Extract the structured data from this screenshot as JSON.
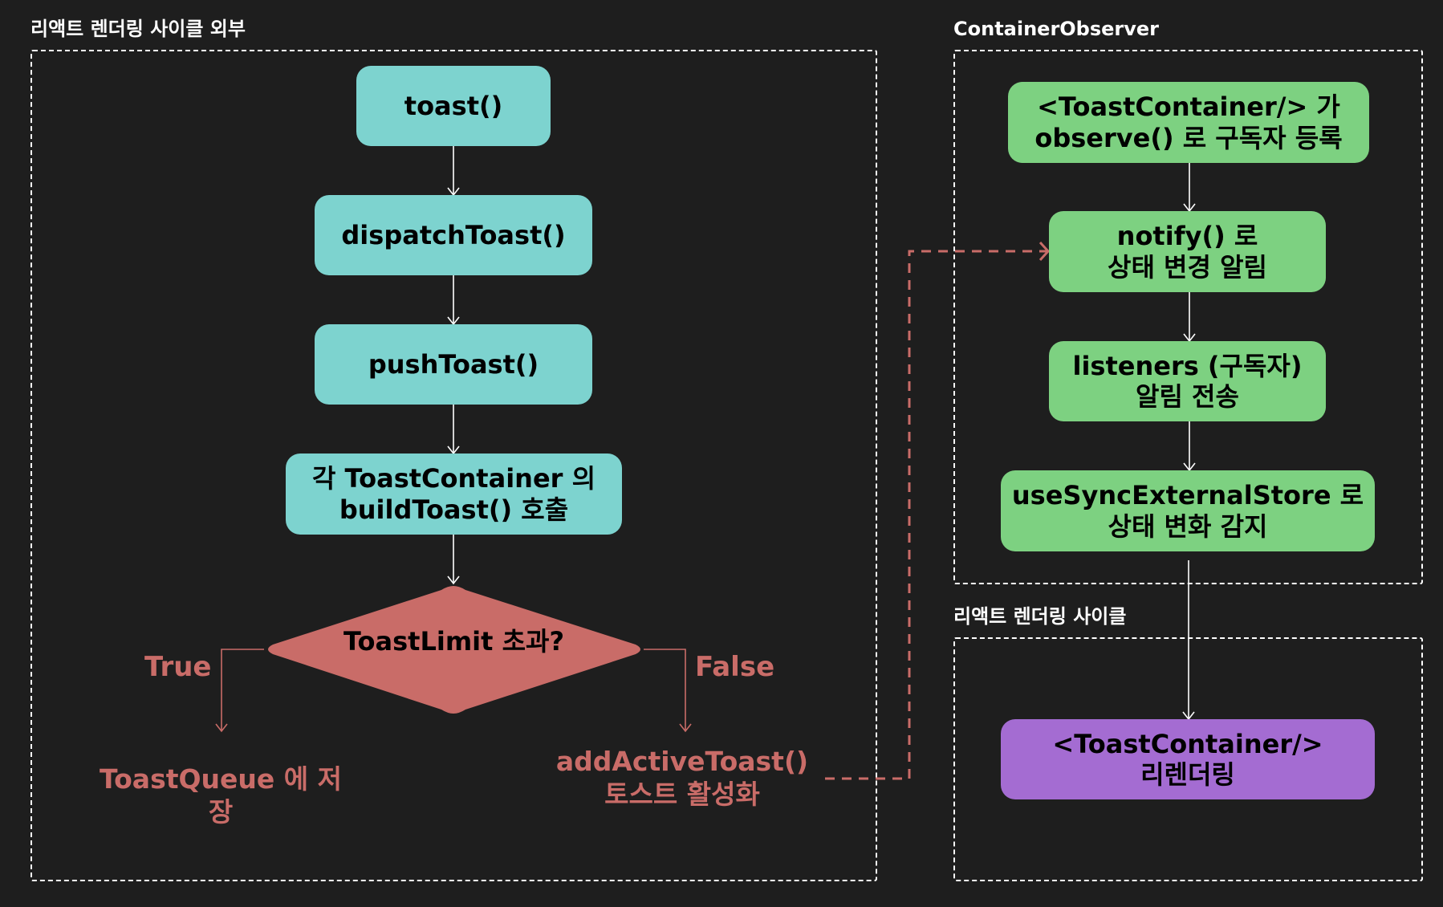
{
  "groups": {
    "outside": {
      "label": "리액트 렌더링 사이클 외부"
    },
    "observer": {
      "label": "ContainerObserver"
    },
    "render": {
      "label": "리액트 렌더링 사이클"
    }
  },
  "flow": {
    "toast": "toast()",
    "dispatch": "dispatchToast()",
    "push": "pushToast()",
    "build": "각 ToastContainer 의\nbuildToast() 호출",
    "decision": "ToastLimit 초과?",
    "true_label": "True",
    "false_label": "False",
    "queue": "ToastQueue 에 저장",
    "activate": "addActiveToast()\n토스트 활성화"
  },
  "observer_flow": {
    "subscribe": "<ToastContainer/> 가\nobserve() 로 구독자 등록",
    "notify": "notify() 로\n상태 변경 알림",
    "listeners": "listeners (구독자)\n알림 전송",
    "sync": "useSyncExternalStore 로\n상태 변화 감지"
  },
  "render_flow": {
    "rerender": "<ToastContainer/>\n리렌더링"
  },
  "colors": {
    "background": "#1e1e1e",
    "teal": "#7dd3cf",
    "green": "#7dd181",
    "purple": "#a46cd2",
    "red": "#c96c68"
  }
}
